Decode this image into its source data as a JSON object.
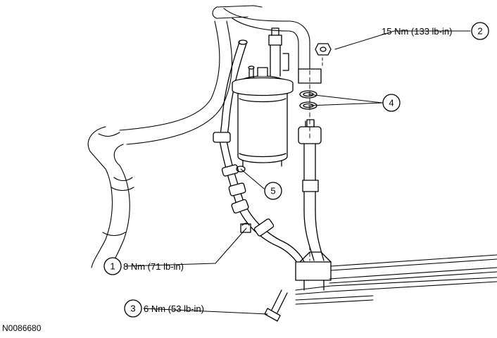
{
  "figure_id": "N0086680",
  "callouts": [
    {
      "number": "1",
      "label": "8 Nm (71 lb-in)"
    },
    {
      "number": "2",
      "label": "15 Nm (133 lb-in)"
    },
    {
      "number": "3",
      "label": "6 Nm (53 lb-in)"
    },
    {
      "number": "4",
      "label": ""
    },
    {
      "number": "5",
      "label": ""
    }
  ]
}
